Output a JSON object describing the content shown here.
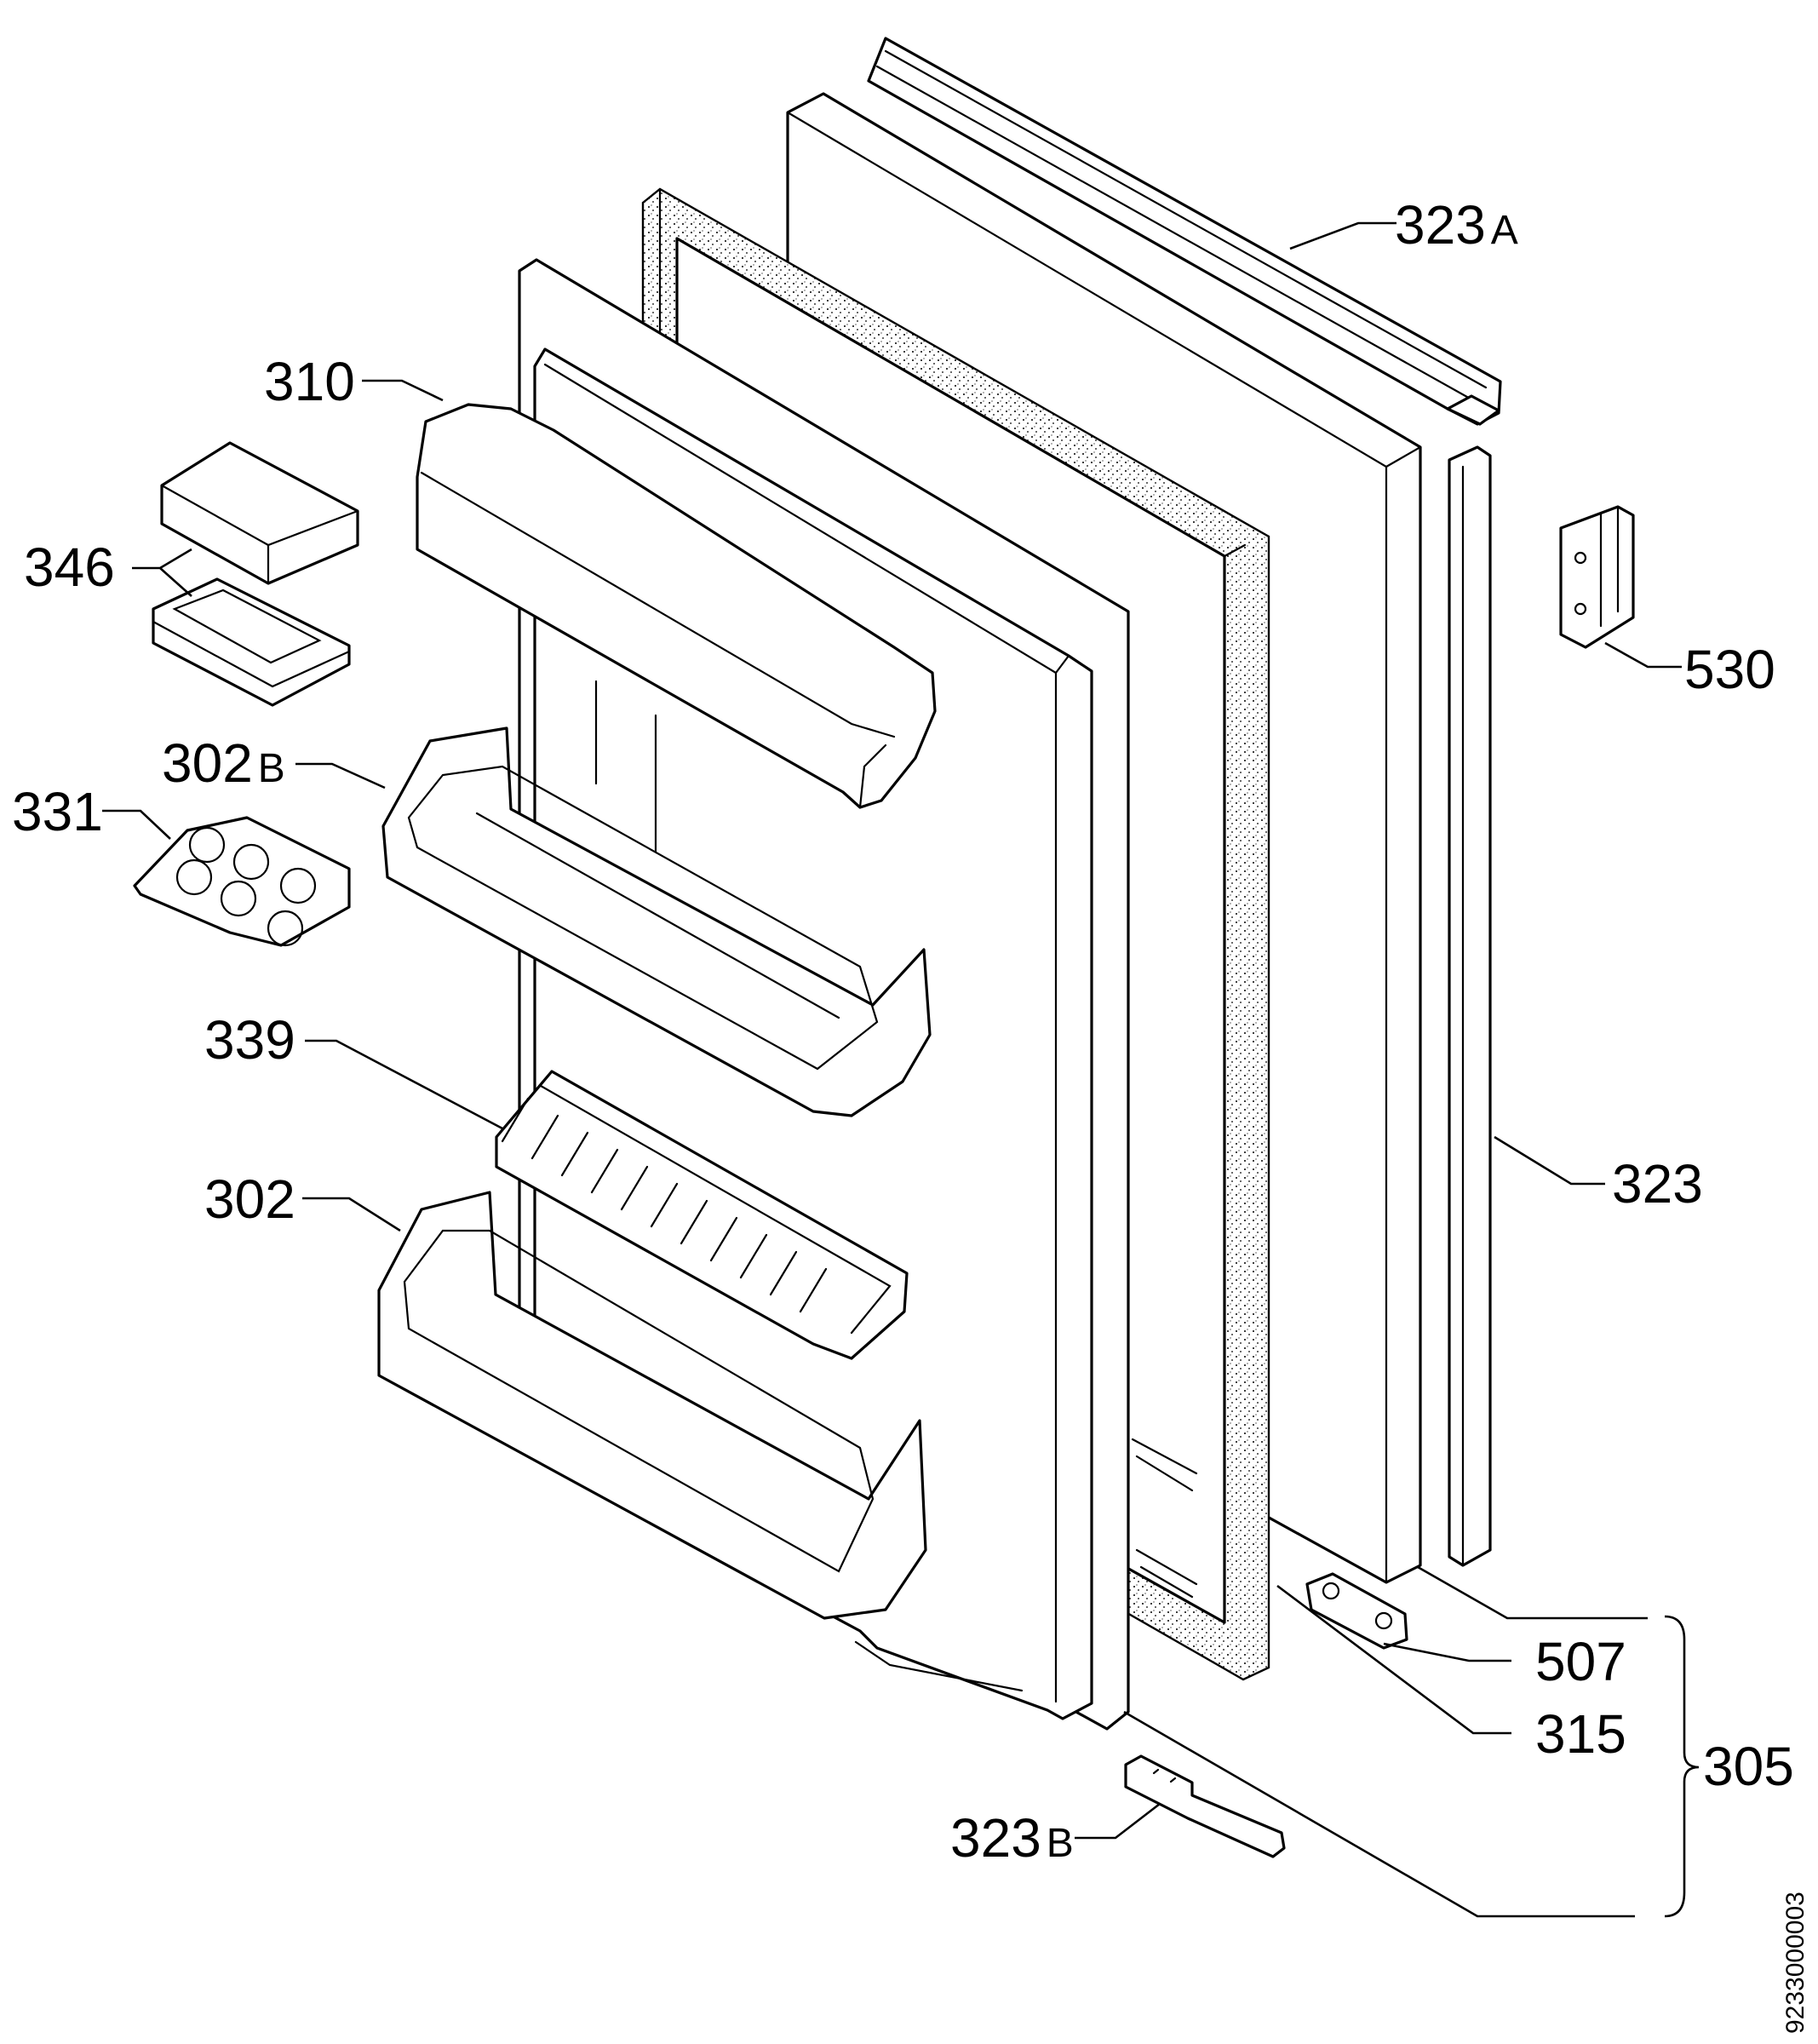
{
  "labels": {
    "p323a": {
      "num": "323",
      "suffix": "A"
    },
    "p310": "310",
    "p346": "346",
    "p302b": {
      "num": "302",
      "suffix": "B"
    },
    "p331": "331",
    "p339": "339",
    "p302": "302",
    "p530": "530",
    "p323": "323",
    "p507": "507",
    "p315": "315",
    "p305": "305",
    "p323b": {
      "num": "323",
      "suffix": "B"
    }
  },
  "drawing_code": "9233000003",
  "colors": {
    "line": "#000000",
    "background": "#ffffff"
  }
}
